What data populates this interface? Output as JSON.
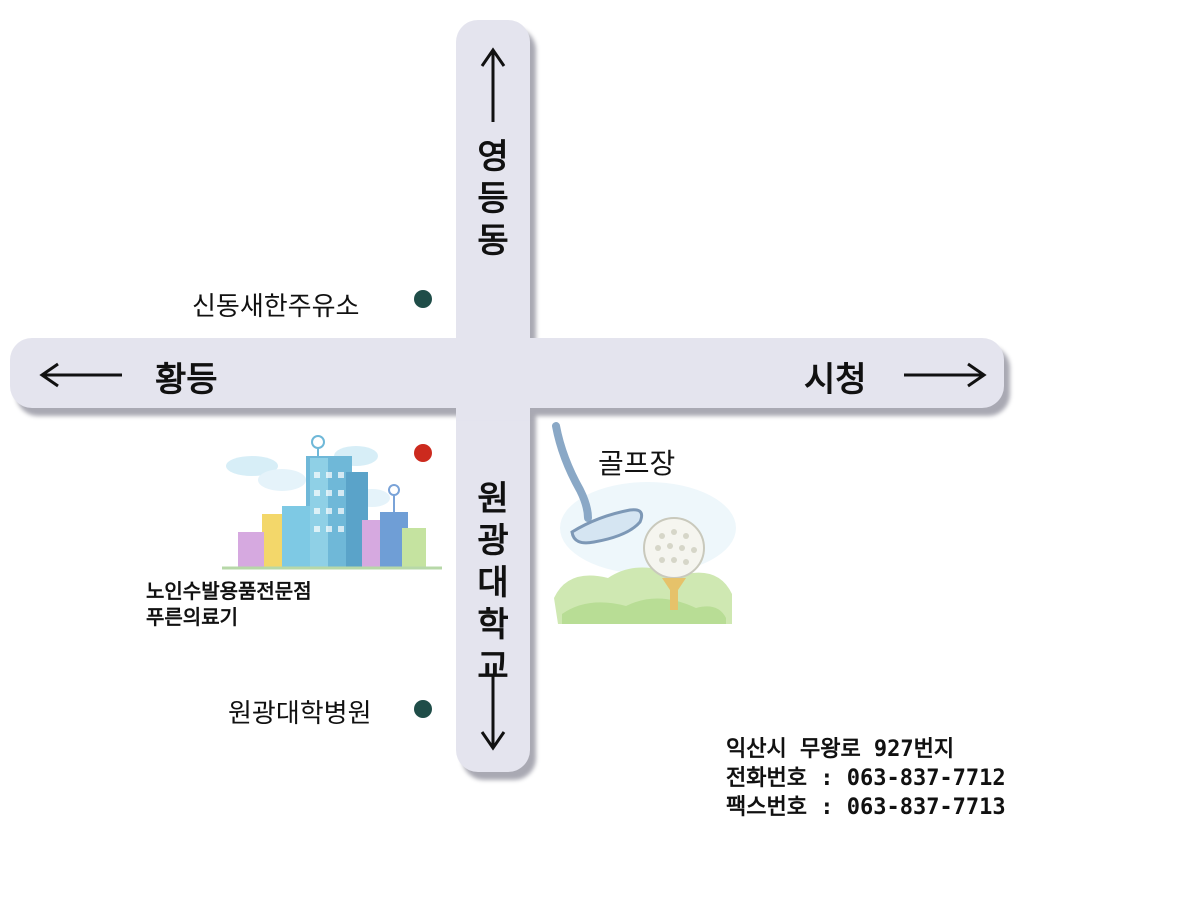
{
  "roads": {
    "north": "영등동",
    "south": "원광대학교",
    "west": "황등",
    "east": "시청"
  },
  "landmarks": {
    "gas_station": "신동새한주유소",
    "hospital": "원광대학병원",
    "golf": "골프장",
    "store_line1": "노인수발용품전문점",
    "store_line2": "푸른의료기"
  },
  "contact": {
    "address": "익산시 무왕로 927번지",
    "phone_label": "전화번호",
    "phone": "063-837-7712",
    "fax_label": "팩스번호",
    "fax": "063-837-7713",
    "separator": ":"
  },
  "colors": {
    "road": "#e4e4ee",
    "landmark_dot": "#1f4d48",
    "store_dot": "#cc2a1e"
  }
}
